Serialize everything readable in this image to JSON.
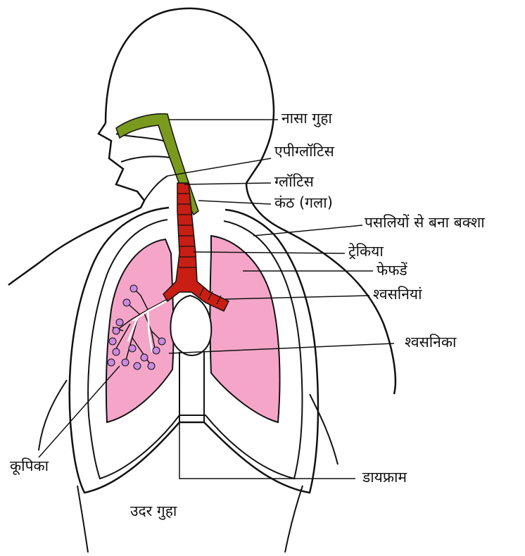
{
  "labels": {
    "nasal_cavity": "नासा गुहा",
    "epiglottis": "एपीग्लॉटिस",
    "glottis": "ग्लॉटिस",
    "larynx": "कंठ (गला)",
    "rib_cage": "पसलियों से बना बक्शा",
    "trachea": "ट्रेकिया",
    "lungs": "फेफडें",
    "bronchi": "श्वसनियां",
    "bronchiole": "श्वसनिका",
    "alveoli": "कूपिका",
    "diaphragm": "डायफ्राम",
    "abdominal_cavity": "उदर गुहा"
  },
  "colors": {
    "nasal_passage": "#7a9a1e",
    "trachea": "#c81e14",
    "lungs": "#f5a6c8",
    "alveoli": "#c98be0",
    "outline": "#111111"
  }
}
